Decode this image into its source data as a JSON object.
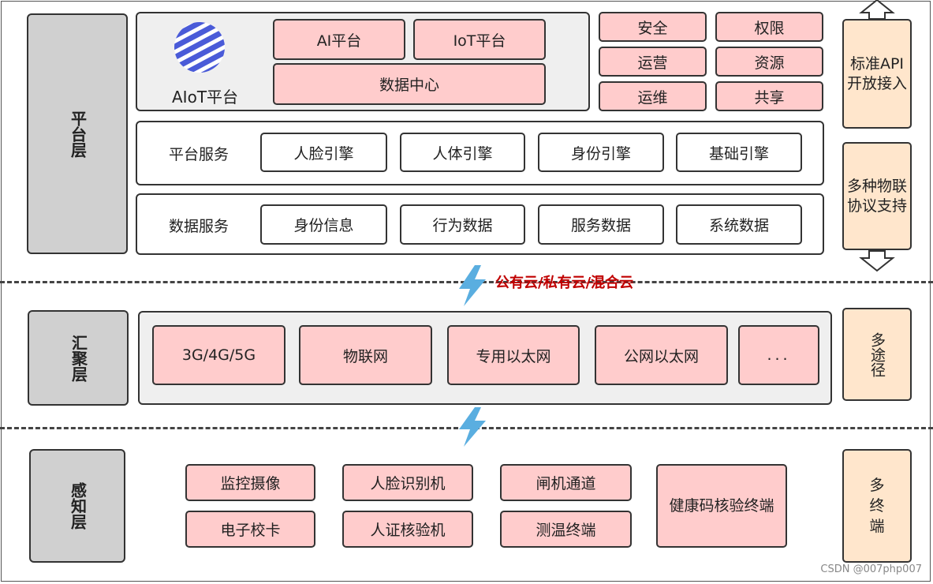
{
  "platform_layer": {
    "label": "平台层",
    "aiot": {
      "logo_label": "AIoT平台",
      "ai_platform": "AI平台",
      "iot_platform": "IoT平台",
      "data_center": "数据中心"
    },
    "capabilities": [
      "安全",
      "权限",
      "运营",
      "资源",
      "运维",
      "共享"
    ],
    "platform_services": {
      "label": "平台服务",
      "items": [
        "人脸引擎",
        "人体引擎",
        "身份引擎",
        "基础引擎"
      ]
    },
    "data_services": {
      "label": "数据服务",
      "items": [
        "身份信息",
        "行为数据",
        "服务数据",
        "系统数据"
      ]
    },
    "side_standard_api": "标准API开放接入",
    "side_protocols": "多种物联协议支持"
  },
  "cloud_label": "公有云/私有云/混合云",
  "aggregation_layer": {
    "label": "汇聚层",
    "items": [
      "3G/4G/5G",
      "物联网",
      "专用以太网",
      "公网以太网",
      "..."
    ],
    "side": "多途径"
  },
  "perception_layer": {
    "label": "感知层",
    "items": [
      "监控摄像",
      "人脸识别机",
      "闸机通道",
      "电子校卡",
      "人证核验机",
      "测温终端"
    ],
    "health_terminal": "健康码核验终端",
    "side": "多终端"
  },
  "colors": {
    "pink": "#ffcccc",
    "peach": "#ffe6cc",
    "grey": "#d0d0d0",
    "panel_grey": "#efefef",
    "lightning": "#5aaee0",
    "cloud_text": "#c00000"
  },
  "watermark": "CSDN @007php007"
}
